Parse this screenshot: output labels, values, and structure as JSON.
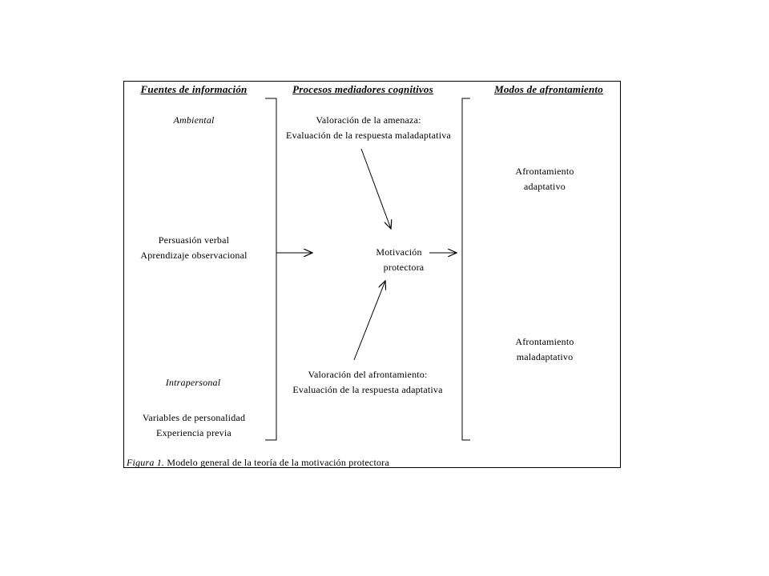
{
  "headers": {
    "sources": "Fuentes de información",
    "processes": "Procesos mediadores cognitivos",
    "coping": "Modos de afrontamiento"
  },
  "sources": {
    "environmental": "Ambiental",
    "verbal_persuasion": "Persuasión verbal",
    "observational_learning": "Aprendizaje observacional",
    "intrapersonal": "Intrapersonal",
    "personality_variables": "Variables de personalidad",
    "prior_experience": "Experiencia previa"
  },
  "processes": {
    "threat_appraisal": "Valoración de la amenaza:",
    "maladaptive_eval": "Evaluación de la respuesta maladaptativa",
    "protection_motivation_1": "Motivación",
    "protection_motivation_2": "protectora",
    "coping_appraisal": "Valoración del afrontamiento:",
    "adaptive_eval": "Evaluación de la respuesta adaptativa"
  },
  "coping": {
    "adaptive_1": "Afrontamiento",
    "adaptive_2": "adaptativo",
    "maladaptive_1": "Afrontamiento",
    "maladaptive_2": "maladaptativo"
  },
  "caption": {
    "label": "Figura 1.",
    "text": " Modelo general de la teoría de la motivación protectora"
  }
}
